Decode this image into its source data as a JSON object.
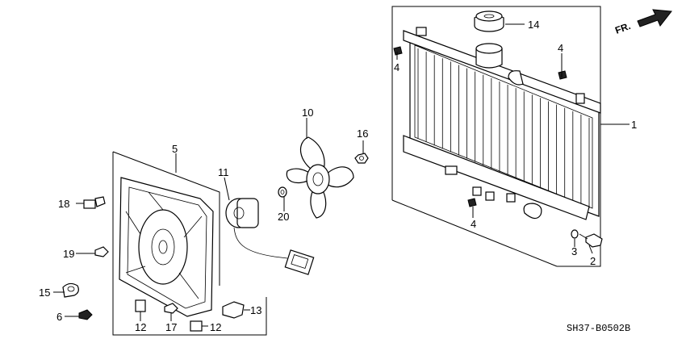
{
  "diagram_code": "SH37-B0502B",
  "direction_label": "FR.",
  "callouts": {
    "n1": "1",
    "n2": "2",
    "n3": "3",
    "n4a": "4",
    "n4b": "4",
    "n4c": "4",
    "n5": "5",
    "n6": "6",
    "n10": "10",
    "n11": "11",
    "n12a": "12",
    "n12b": "12",
    "n13": "13",
    "n14": "14",
    "n15": "15",
    "n16": "16",
    "n17": "17",
    "n18": "18",
    "n19": "19",
    "n20": "20"
  }
}
